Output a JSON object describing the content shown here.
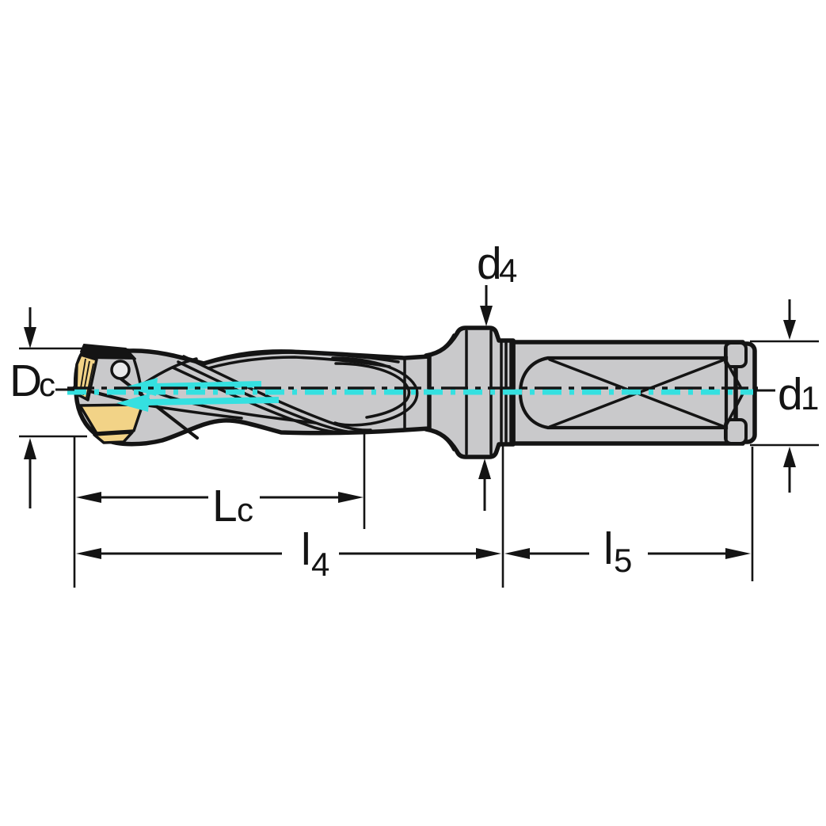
{
  "diagram": {
    "type": "technical-drawing",
    "subject": "Indexable-insert drill, side view with dimensioning",
    "labels": {
      "cutting_diameter": {
        "main": "D",
        "sub": "c"
      },
      "flange_diameter": {
        "main": "d",
        "sub": "4"
      },
      "shank_diameter": {
        "main": "d",
        "sub": "1"
      },
      "cutting_length": {
        "main": "L",
        "sub": "c"
      },
      "length_l4": {
        "main": "l",
        "sub": "4"
      },
      "length_l5": {
        "main": "l",
        "sub": "5"
      }
    },
    "colors": {
      "background": "#ffffff",
      "body_fill": "#c9c9cb",
      "outline": "#141414",
      "insert_fill": "#f2d387",
      "coolant_accent": "#35e0e0"
    }
  }
}
